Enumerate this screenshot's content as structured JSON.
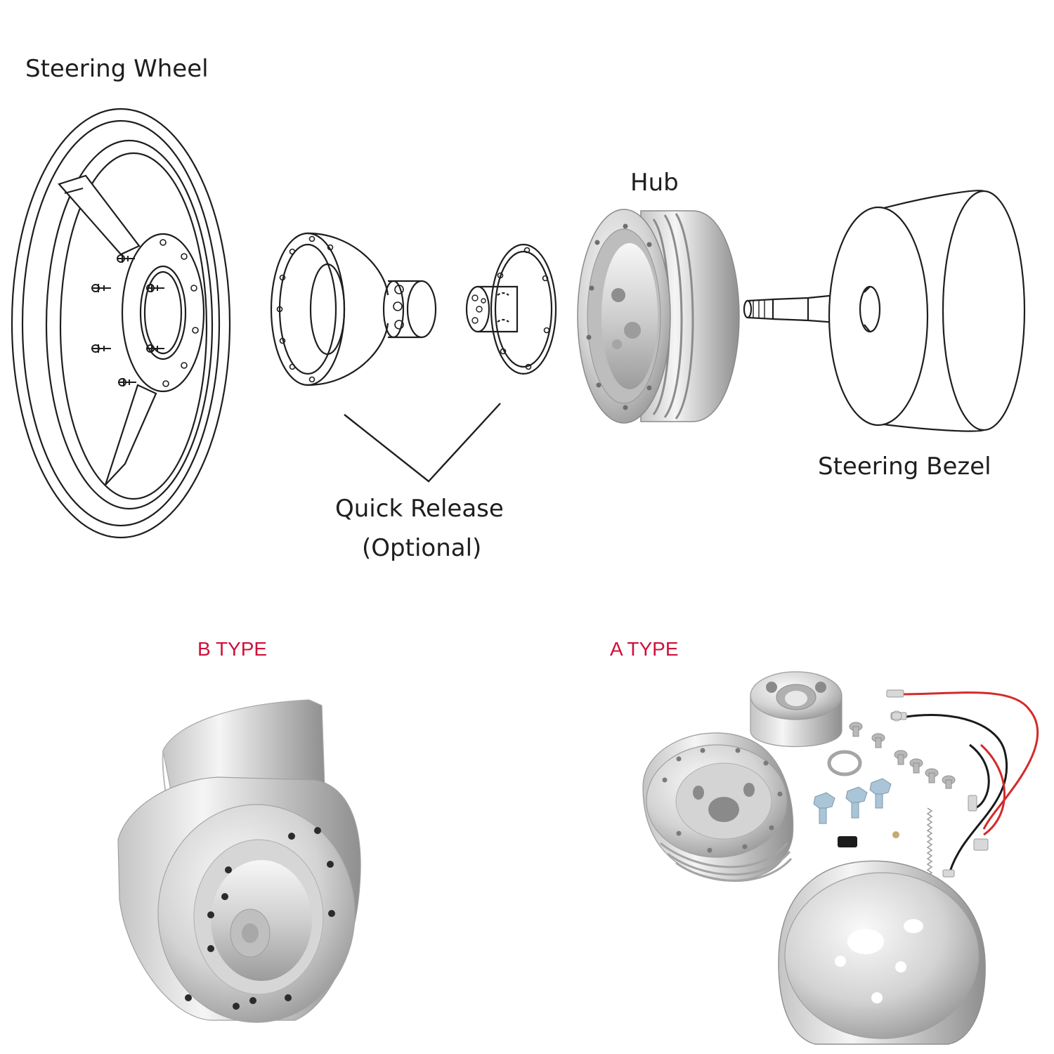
{
  "diagram": {
    "labels": {
      "steering_wheel": "Steering Wheel",
      "hub": "Hub",
      "steering_bezel": "Steering Bezel",
      "quick_release_line1": "Quick Release",
      "quick_release_line2": "(Optional)"
    }
  },
  "variants": {
    "b_type": "B TYPE",
    "a_type": "A TYPE"
  },
  "colors": {
    "type_label": "#d0103a",
    "line_art": "#1e1e1e",
    "aluminum_light": "#f2f2f2",
    "aluminum_dark": "#9a9a9a",
    "wire_red": "#d42a2a",
    "wire_black": "#1a1a1a"
  }
}
